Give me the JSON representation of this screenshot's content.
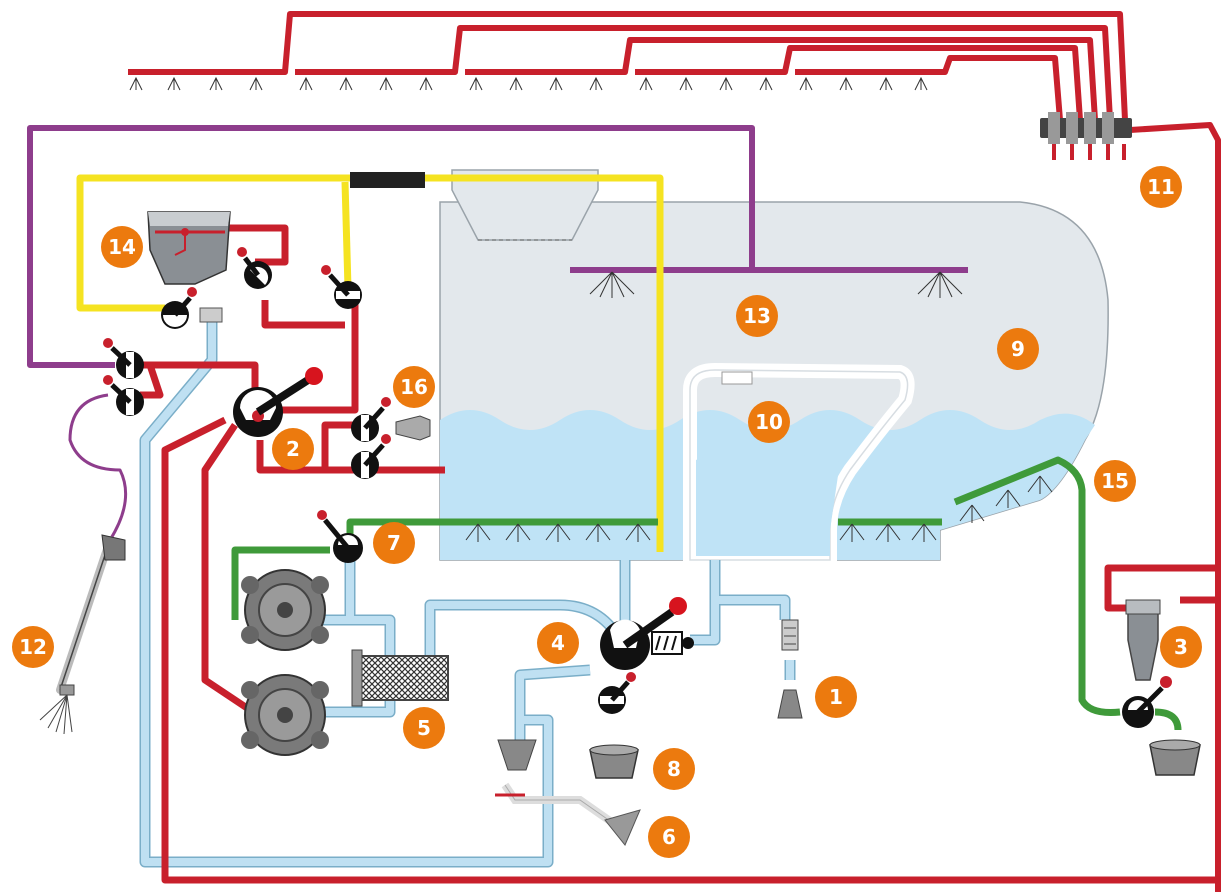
{
  "colors": {
    "pressure": "#c8202c",
    "suction": "#bfe0f2",
    "suction_outline": "#7aaec8",
    "rinse": "#8e3d8c",
    "return": "#f5e321",
    "agitation": "#3f9a3a",
    "tank": "#e3e8ec",
    "liquid": "#bfe3f6",
    "badge": "#ec7a0e",
    "valve": "#111111",
    "handle_knob": "#d7141e"
  },
  "labels": [
    {
      "id": "1",
      "text": "1",
      "component": "suction-filter-inlet"
    },
    {
      "id": "2",
      "text": "2",
      "component": "pressure-distribution-valve"
    },
    {
      "id": "3",
      "text": "3",
      "component": "pressure-filter"
    },
    {
      "id": "4",
      "text": "4",
      "component": "suction-selector-valve"
    },
    {
      "id": "5",
      "text": "5",
      "component": "suction-filter"
    },
    {
      "id": "6",
      "text": "6",
      "component": "drain-outlet"
    },
    {
      "id": "7",
      "text": "7",
      "component": "agitation-valve"
    },
    {
      "id": "8",
      "text": "8",
      "component": "drain-cup"
    },
    {
      "id": "9",
      "text": "9",
      "component": "main-tank"
    },
    {
      "id": "10",
      "text": "10",
      "component": "rinse-tank"
    },
    {
      "id": "11",
      "text": "11",
      "component": "boom-section-valves"
    },
    {
      "id": "12",
      "text": "12",
      "component": "hand-lance"
    },
    {
      "id": "13",
      "text": "13",
      "component": "tank-rinse-nozzles"
    },
    {
      "id": "14",
      "text": "14",
      "component": "chemical-inductor"
    },
    {
      "id": "15",
      "text": "15",
      "component": "agitation-nozzles"
    },
    {
      "id": "16",
      "text": "16",
      "component": "external-fill-connection"
    }
  ]
}
